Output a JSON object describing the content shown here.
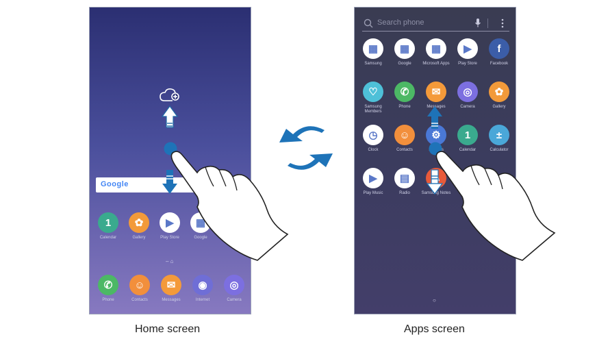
{
  "captions": {
    "home": "Home screen",
    "apps": "Apps screen"
  },
  "home": {
    "search_widget": "Google",
    "apps_row": [
      {
        "label": "Calendar",
        "icon": "calendar-icon",
        "glyph": "1",
        "color": "#3aaa8e"
      },
      {
        "label": "Gallery",
        "icon": "gallery-icon",
        "glyph": "✿",
        "color": "#f29a3a"
      },
      {
        "label": "Play Store",
        "icon": "play-store-icon",
        "glyph": "▶",
        "color": "#ffffff"
      },
      {
        "label": "Google",
        "icon": "google-folder-icon",
        "glyph": "▦",
        "color": "#ffffff"
      }
    ],
    "dock": [
      {
        "label": "Phone",
        "icon": "phone-icon",
        "glyph": "✆",
        "color": "#4cb865"
      },
      {
        "label": "Contacts",
        "icon": "contacts-icon",
        "glyph": "☺",
        "color": "#f28f3c"
      },
      {
        "label": "Messages",
        "icon": "messages-icon",
        "glyph": "✉",
        "color": "#f49a3a"
      },
      {
        "label": "Internet",
        "icon": "internet-icon",
        "glyph": "◉",
        "color": "#6f6ed6"
      },
      {
        "label": "Camera",
        "icon": "camera-icon",
        "glyph": "◎",
        "color": "#7c6fe0"
      }
    ]
  },
  "apps": {
    "search_placeholder": "Search phone",
    "grid": [
      {
        "label": "Samsung",
        "icon": "samsung-folder-icon",
        "glyph": "▦",
        "color": "#ffffff"
      },
      {
        "label": "Google",
        "icon": "google-folder-icon",
        "glyph": "▦",
        "color": "#ffffff"
      },
      {
        "label": "Microsoft Apps",
        "icon": "microsoft-folder-icon",
        "glyph": "▦",
        "color": "#ffffff"
      },
      {
        "label": "Play Store",
        "icon": "play-store-icon",
        "glyph": "▶",
        "color": "#ffffff"
      },
      {
        "label": "Facebook",
        "icon": "facebook-icon",
        "glyph": "f",
        "color": "#3b5da8"
      },
      {
        "label": "Samsung Members",
        "icon": "samsung-members-icon",
        "glyph": "♡",
        "color": "#4ec0d8"
      },
      {
        "label": "Phone",
        "icon": "phone-icon",
        "glyph": "✆",
        "color": "#4cb865"
      },
      {
        "label": "Messages",
        "icon": "messages-icon",
        "glyph": "✉",
        "color": "#f49a3a"
      },
      {
        "label": "Camera",
        "icon": "camera-icon",
        "glyph": "◎",
        "color": "#7c6fe0"
      },
      {
        "label": "Gallery",
        "icon": "gallery-icon",
        "glyph": "✿",
        "color": "#f29a3a"
      },
      {
        "label": "Clock",
        "icon": "clock-icon",
        "glyph": "◷",
        "color": "#ffffff"
      },
      {
        "label": "Contacts",
        "icon": "contacts-icon",
        "glyph": "☺",
        "color": "#f28f3c"
      },
      {
        "label": "Settings",
        "icon": "settings-icon",
        "glyph": "⚙",
        "color": "#4a78d6"
      },
      {
        "label": "Calendar",
        "icon": "calendar-icon",
        "glyph": "1",
        "color": "#3aaa8e"
      },
      {
        "label": "Calculator",
        "icon": "calculator-icon",
        "glyph": "±",
        "color": "#4aa7d8"
      },
      {
        "label": "Play Music",
        "icon": "play-music-icon",
        "glyph": "▶",
        "color": "#ffffff"
      },
      {
        "label": "Radio",
        "icon": "radio-icon",
        "glyph": "▤",
        "color": "#ffffff"
      },
      {
        "label": "Samsung Notes",
        "icon": "samsung-notes-icon",
        "glyph": "✎",
        "color": "#e85a3a"
      }
    ]
  }
}
